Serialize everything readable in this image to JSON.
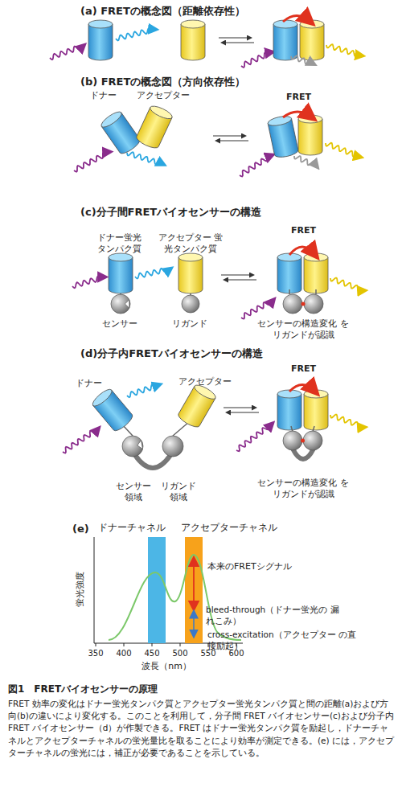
{
  "diagram": {
    "title": "図1　FRETバイオセンサーの原理",
    "caption": "FRET 効率の変化はドナー蛍光タンパク質とアクセプター蛍光タンパク質と間の距離(a)および方向(b)の違いにより変化する。このことを利用して，分子間 FRET バイオセンサー(c)および分子内 FRET バイオセンサー（d）が作製できる。FRET はドナー蛍光タンパク質を励起し，ドナーチャネルとアクセプターチャネルの蛍光量比を取ることにより効率が測定できる。(e) には，アクセプターチャネルの蛍光には，補正が必要であることを示している。",
    "nodes": [
      {
        "text": [
          "ドナーチャネル"
        ]
      },
      {
        "text": [
          "アクセプターチャネル"
        ]
      }
    ],
    "labels": [
      "(a) FRETの概念図（距離依存性）",
      "(b) FRETの概念図（方向依存性）",
      "ドナー",
      "アクセプター",
      "FRET",
      "(c)分子間FRETバイオセンサーの構造",
      "FRET",
      "ドナー蛍光 タンパク質",
      "アクセプター 蛍光タンパク質",
      "センサー",
      "リガンド",
      "センサーの構造変化 をリガンドが認識",
      "(d)分子内FRETバイオセンサーの構造",
      "FRET",
      "ドナー",
      "アクセプター",
      "センサー 領域",
      "リガンド 領域",
      "センサーの構造変化 をリガンドが認識",
      "(e)",
      "蛍光強度",
      "350",
      "400",
      "450",
      "500",
      "550",
      "600",
      "波長（nm）",
      "本来のFRETシグナル",
      "bleed-through（ドナー蛍光の 漏れこみ）",
      "cross-excitation（アクセプター の直接励起）"
    ]
  }
}
